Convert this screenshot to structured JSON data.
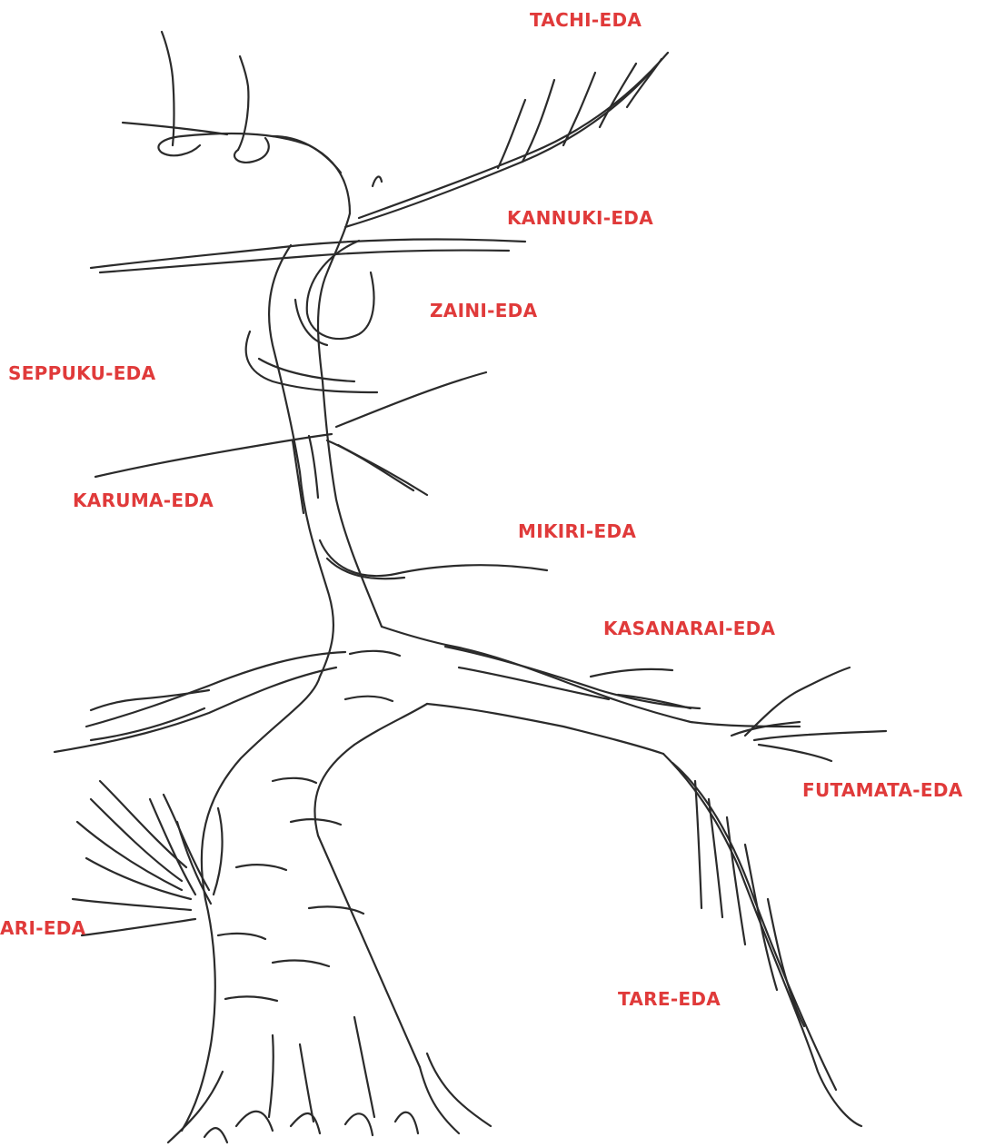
{
  "accent_color": "#e03a3a",
  "line_color": "#2b2b2b",
  "labels": {
    "tachi": "TACHI-EDA",
    "kannuki": "KANNUKI-EDA",
    "zaini": "ZAINI-EDA",
    "seppuku": "SEPPUKU-EDA",
    "karuma": "KARUMA-EDA",
    "mikiri": "MIKIRI-EDA",
    "kasanarai": "KASANARAI-EDA",
    "futamata": "FUTAMATA-EDA",
    "ari": "ARI-EDA",
    "tare": "TARE-EDA"
  }
}
